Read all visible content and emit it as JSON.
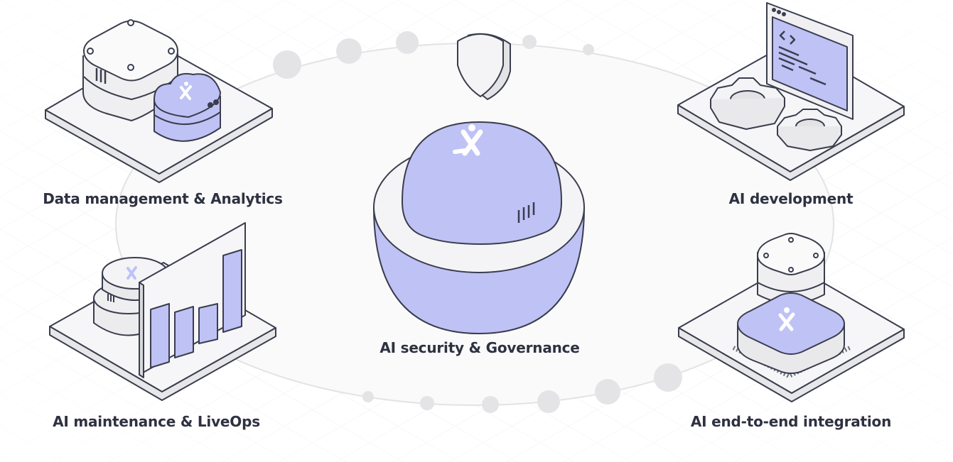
{
  "colors": {
    "accent": "#bfc2f5",
    "outline": "#3a3d4d",
    "surface": "#f4f4f6",
    "dot": "#e6e6e6",
    "grid": "#ececef"
  },
  "labels": {
    "data_management": "Data management & Analytics",
    "ai_development": "AI development",
    "ai_security": "AI security & Governance",
    "ai_maintenance": "AI maintenance & LiveOps",
    "ai_integration": "AI end-to-end integration"
  },
  "icons": {
    "brand": "x-person-logo",
    "security": "shield-icon",
    "code": "code-icon",
    "gears": "gear-icon",
    "chart": "bar-chart-icon"
  }
}
